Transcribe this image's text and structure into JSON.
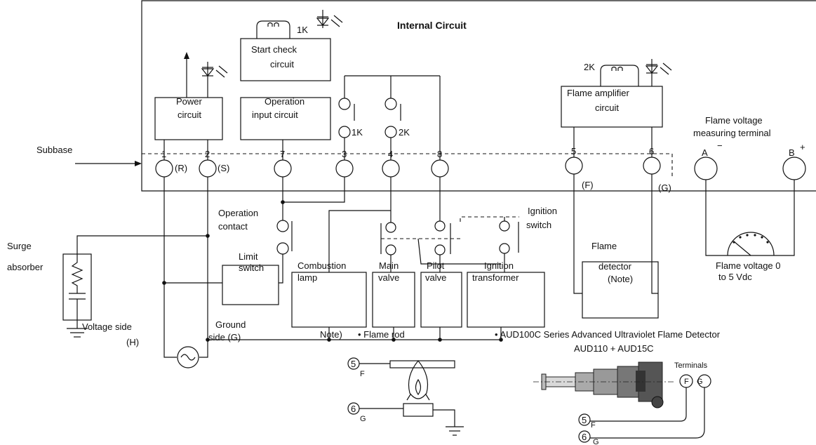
{
  "title": "Internal Circuit",
  "subbase": "Subbase",
  "blocks": {
    "start_check": [
      "Start check",
      "circuit"
    ],
    "relay_1k": "1K",
    "power": [
      "Power",
      "circuit"
    ],
    "operation_input": [
      "Operation",
      "input circuit"
    ],
    "flame_amp": [
      "Flame amplifier",
      "circuit"
    ],
    "relay_2k": "2K"
  },
  "contacts": {
    "c1k": "1K",
    "c2k": "2K"
  },
  "terminals": {
    "t1": "1",
    "t1_tag": "(R)",
    "t2": "2",
    "t2_tag": "(S)",
    "t7": "7",
    "t3": "3",
    "t4": "4",
    "t8": "8",
    "t5": "5",
    "t5_tag": "(F)",
    "t6": "6",
    "t6_tag": "(G)",
    "ta": "A",
    "ta_sign": "−",
    "tb": "B",
    "tb_sign": "+"
  },
  "measuring": [
    "Flame voltage",
    "measuring terminal"
  ],
  "meter": [
    "Flame voltage 0",
    "to 5 Vdc"
  ],
  "external": {
    "operation_contact": [
      "Operation",
      "contact"
    ],
    "limit_switch": [
      "Limit",
      "switch"
    ],
    "surge": [
      "Surge",
      "absorber"
    ],
    "voltage_side": [
      "Voltage side",
      "(H)"
    ],
    "ground_side": [
      "Ground",
      "side (G)"
    ],
    "combustion": [
      "Combustion",
      "lamp"
    ],
    "main_valve": [
      "Main",
      "valve"
    ],
    "pilot_valve": [
      "Pilot",
      "valve"
    ],
    "ignition_tr": [
      "Ignition",
      "transformer"
    ],
    "ignition_switch": [
      "Ignition",
      "switch"
    ],
    "flame_detector": [
      "Flame",
      "detector",
      "(Note)"
    ]
  },
  "note": {
    "left": "Note)",
    "flame_rod": "• Flame rod",
    "aud": "• AUD100C Series Advanced Ultraviolet Flame  Detector",
    "model": "AUD110 + AUD15C",
    "terminals": "Terminals",
    "f": "F",
    "g": "G",
    "n5": "5",
    "n6": "6"
  }
}
